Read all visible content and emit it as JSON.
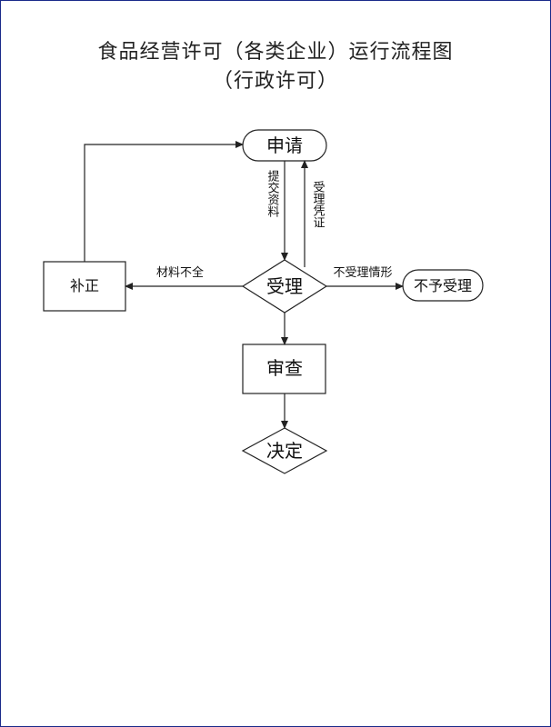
{
  "title": {
    "line1": "食品经营许可（各类企业）运行流程图",
    "line2": "（行政许可）"
  },
  "nodes": {
    "apply": "申请",
    "accept": "受理",
    "correct": "补正",
    "reject": "不予受理",
    "review": "审查",
    "decide": "决定"
  },
  "edges": {
    "submit_materials": "提交资料",
    "acceptance_certificate": "受理凭证",
    "incomplete_materials": "材料不全",
    "non_acceptance": "不受理情形"
  },
  "colors": {
    "border": "#1a2a8a",
    "line": "#222222"
  }
}
